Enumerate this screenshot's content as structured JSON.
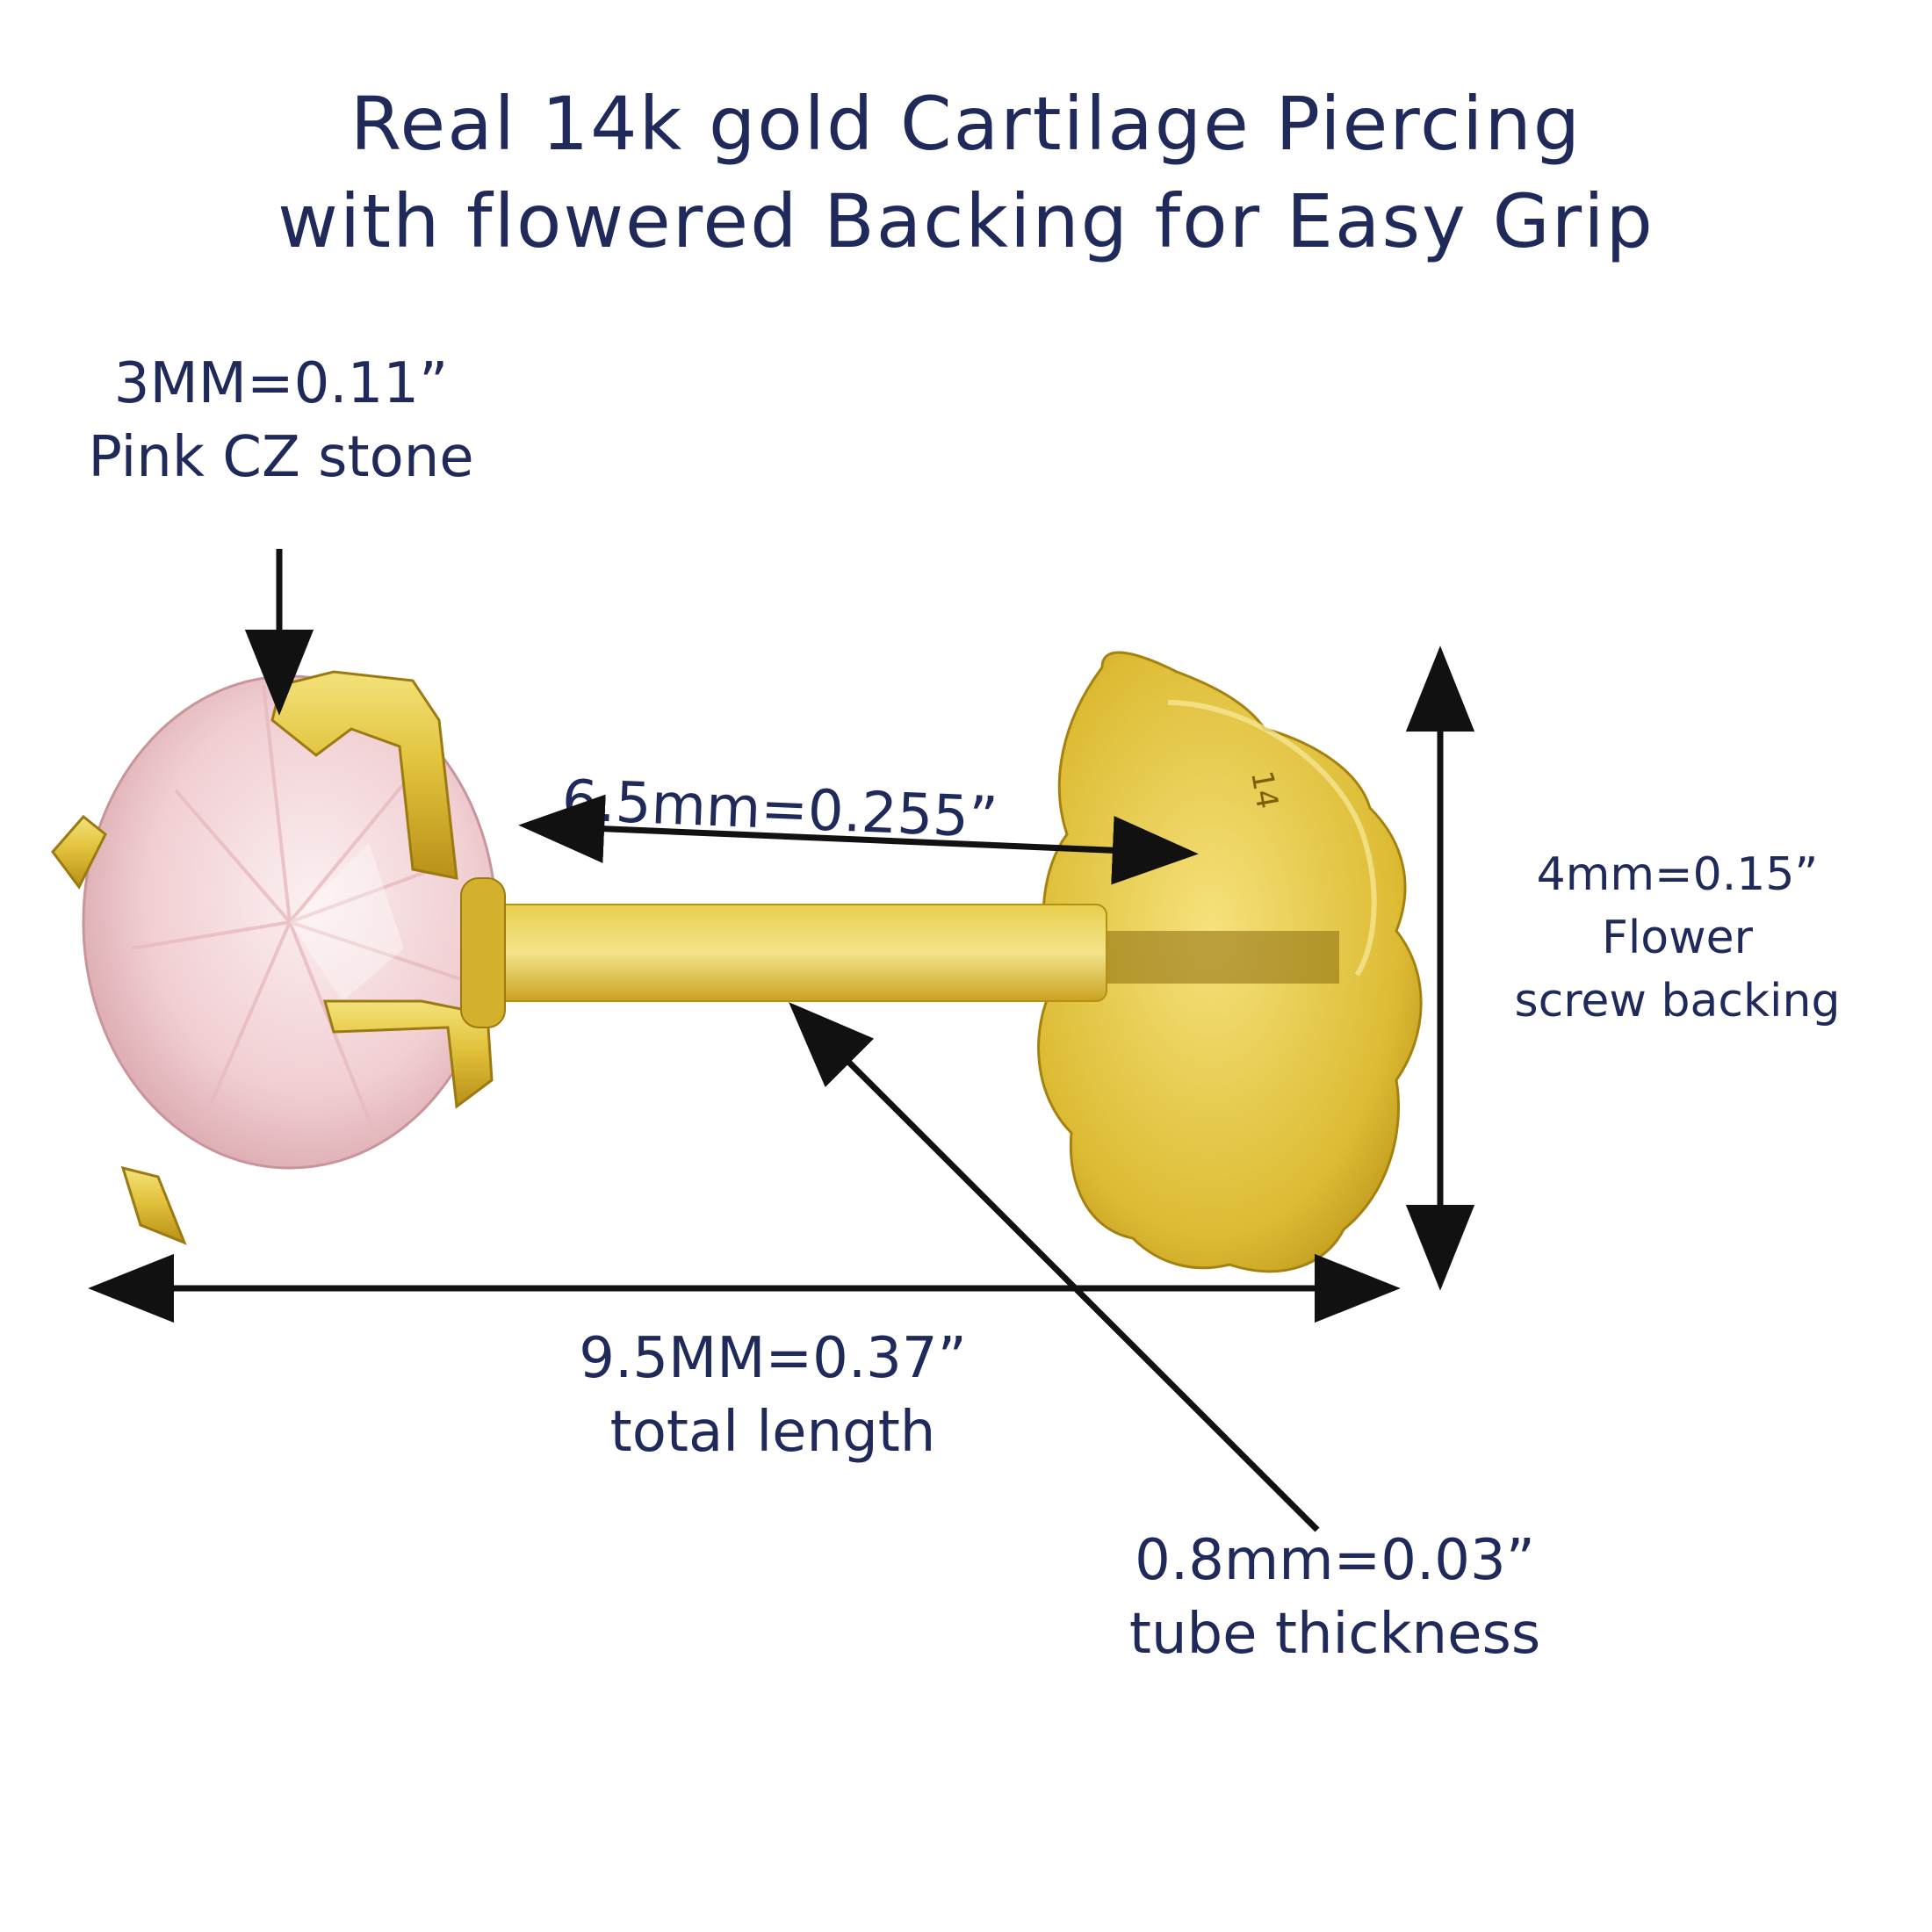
{
  "title": {
    "line1": "Real 14k gold Cartilage Piercing",
    "line2": "with flowered Backing for Easy Grip"
  },
  "callouts": {
    "stone": {
      "line1": "3MM=0.11”",
      "line2": "Pink CZ stone"
    },
    "post_length": {
      "text": "6.5mm=0.255”"
    },
    "backing": {
      "line1": "4mm=0.15”",
      "line2": "Flower",
      "line3": "screw backing"
    },
    "total_length": {
      "line1": "9.5MM=0.37”",
      "line2": "total length"
    },
    "tube": {
      "line1": "0.8mm=0.03”",
      "line2": "tube thickness"
    }
  },
  "colors": {
    "text": "#1f2a5a",
    "gold": "#d9b42a",
    "gold_dark": "#9c7a12",
    "gold_light": "#f3e27a",
    "stone_pink": "#f4d3d6",
    "stone_shadow": "#d9a7ad",
    "arrow": "#111111"
  }
}
